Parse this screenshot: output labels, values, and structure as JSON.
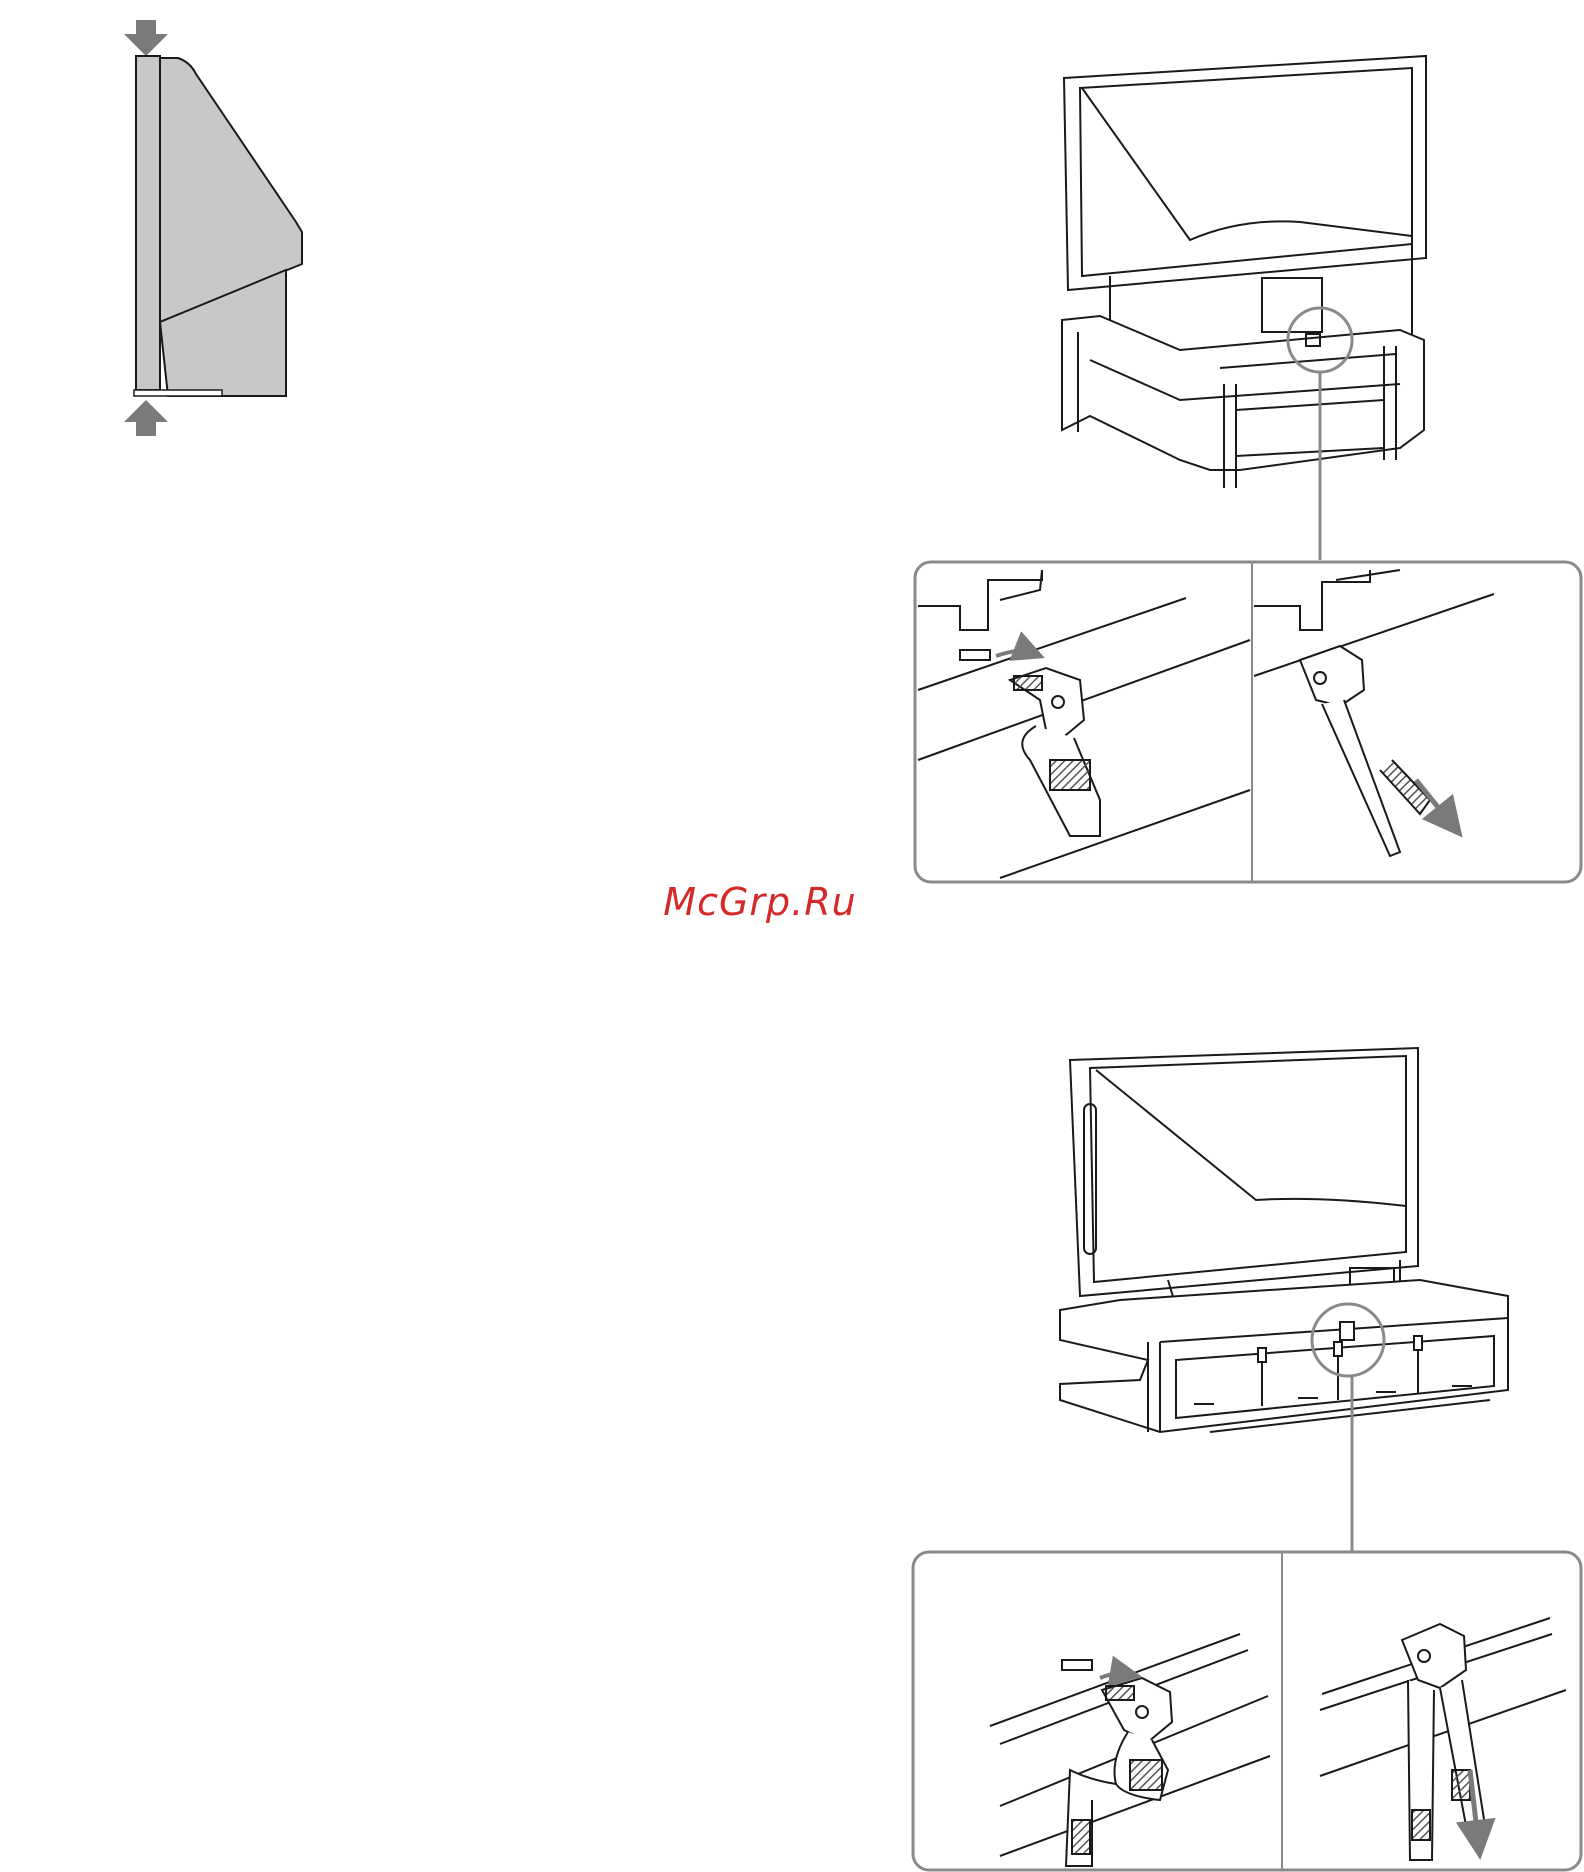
{
  "page": {
    "watermark": "McGrp.Ru"
  },
  "colors": {
    "line": "#1a1a1a",
    "tv_side_fill": "#c8c8c8",
    "arrow_fill": "#7a7a7a",
    "callout_border": "#8a8a8a",
    "strap_hatch": "#555555",
    "watermark": "#d42a2a"
  },
  "figures": {
    "side_view": {
      "name": "tv-side-view-diagram"
    },
    "top_tv": {
      "name": "tv-on-stand-rear-view-1"
    },
    "top_detail_left": {
      "name": "strap-insert-detail-1"
    },
    "top_detail_right": {
      "name": "strap-pull-detail-1"
    },
    "bottom_tv": {
      "name": "tv-on-stand-rear-view-2"
    },
    "bottom_detail_left": {
      "name": "strap-insert-detail-2"
    },
    "bottom_detail_right": {
      "name": "strap-pull-detail-2"
    }
  }
}
